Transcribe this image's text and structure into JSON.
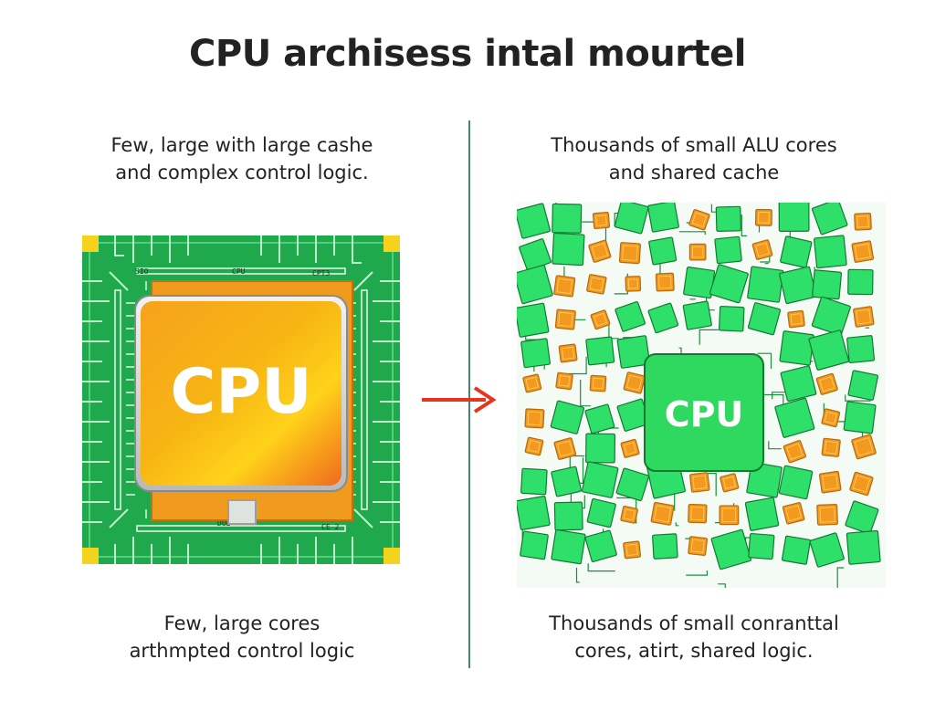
{
  "title": "CPU archisess intal mourtel",
  "left": {
    "caption_top": [
      "Few, large with large cashe",
      "and complex control logic."
    ],
    "chip_label": "CPU",
    "silk_labels": [
      "SIO",
      "CPU",
      "CPT3",
      "DUE",
      "CE 2"
    ],
    "caption_bottom": [
      "Few, large cores",
      "arthmpted control logic"
    ]
  },
  "right": {
    "caption_top": [
      "Thousands of small ALU cores",
      "and shared cache"
    ],
    "chip_label": "CPU",
    "caption_bottom": [
      "Thousands of small conranttal",
      "cores, atirt, shared logic."
    ]
  },
  "colors": {
    "pcb_green": "#1fa94c",
    "core_green": "#2ee06a",
    "orange": "#f39a1e",
    "arrow_red": "#e8341c",
    "divider": "#3f8a72"
  }
}
